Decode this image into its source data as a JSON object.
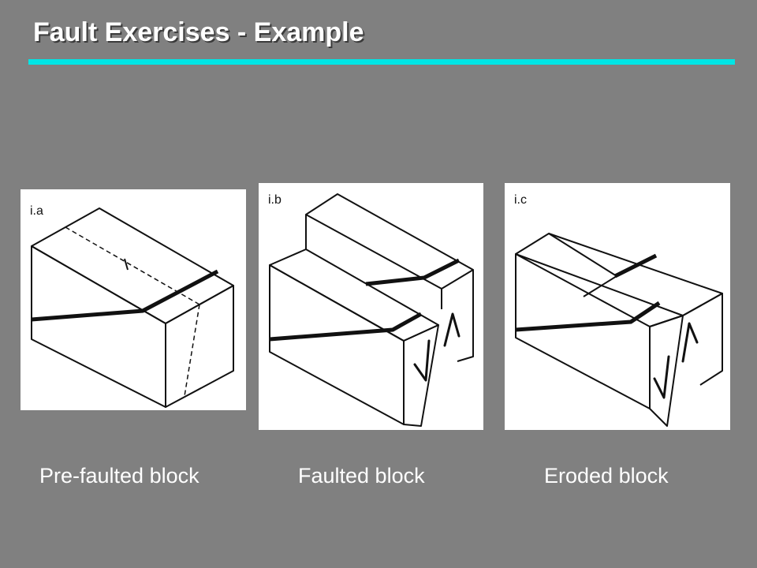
{
  "title": "Fault Exercises - Example",
  "colors": {
    "background": "#808080",
    "title_text": "#ffffff",
    "title_rule": "#00e5e5",
    "panel_background": "#ffffff",
    "line": "#111111"
  },
  "panels": [
    {
      "label": "i.a",
      "caption": "Pre-faulted block"
    },
    {
      "label": "i.b",
      "caption": "Faulted block"
    },
    {
      "label": "i.c",
      "caption": "Eroded block"
    }
  ]
}
